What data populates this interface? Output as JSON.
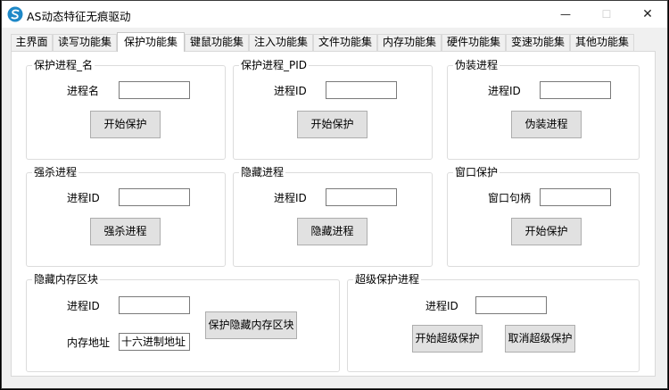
{
  "window": {
    "title": "AS动态特征无痕驱动",
    "controls": {
      "minimize": "—",
      "maximize": "☐",
      "close": "✕"
    }
  },
  "tabs": [
    {
      "label": "主界面",
      "active": false
    },
    {
      "label": "读写功能集",
      "active": false
    },
    {
      "label": "保护功能集",
      "active": true
    },
    {
      "label": "键鼠功能集",
      "active": false
    },
    {
      "label": "注入功能集",
      "active": false
    },
    {
      "label": "文件功能集",
      "active": false
    },
    {
      "label": "内存功能集",
      "active": false
    },
    {
      "label": "硬件功能集",
      "active": false
    },
    {
      "label": "变速功能集",
      "active": false
    },
    {
      "label": "其他功能集",
      "active": false
    }
  ],
  "groups": {
    "protect_by_name": {
      "title": "保护进程_名",
      "field_label": "进程名",
      "field_value": "",
      "button": "开始保护"
    },
    "protect_by_pid": {
      "title": "保护进程_PID",
      "field_label": "进程ID",
      "field_value": "",
      "button": "开始保护"
    },
    "disguise": {
      "title": "伪装进程",
      "field_label": "进程ID",
      "field_value": "",
      "button": "伪装进程"
    },
    "force_kill": {
      "title": "强杀进程",
      "field_label": "进程ID",
      "field_value": "",
      "button": "强杀进程"
    },
    "hide_process": {
      "title": "隐藏进程",
      "field_label": "进程ID",
      "field_value": "",
      "button": "隐藏进程"
    },
    "window_protect": {
      "title": "窗口保护",
      "field_label": "窗口句柄",
      "field_value": "",
      "button": "开始保护"
    },
    "hide_memory": {
      "title": "隐藏内存区块",
      "pid_label": "进程ID",
      "pid_value": "",
      "addr_label": "内存地址",
      "addr_value": "十六进制地址",
      "button": "保护隐藏内存区块"
    },
    "super_protect": {
      "title": "超级保护进程",
      "field_label": "进程ID",
      "field_value": "",
      "start_button": "开始超级保护",
      "cancel_button": "取消超级保护"
    }
  },
  "colors": {
    "accent": "#1e88c7",
    "panel": "#ffffff",
    "window": "#f0f0f0",
    "button": "#e1e1e1"
  }
}
